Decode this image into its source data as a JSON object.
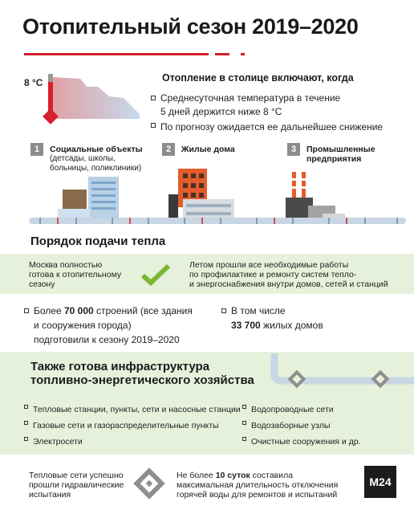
{
  "title": "Отопительный сезон 2019–2020",
  "temperature_label": "8 °С",
  "heating": {
    "heading": "Отопление в столице включают, когда",
    "conditions": [
      "Среднесуточная температура в течение",
      "5 дней держится ниже 8 °С",
      "По прогнозу ожидается ее дальнейшее снижение"
    ]
  },
  "categories": [
    {
      "number": "1",
      "title": "Социальные объекты",
      "subtitle_lines": [
        "(детсады, школы,",
        "больницы, поликлиники)"
      ]
    },
    {
      "number": "2",
      "title": "Жилые дома",
      "subtitle_lines": []
    },
    {
      "number": "3",
      "title_lines": [
        "Промышленные",
        "предприятия"
      ]
    }
  ],
  "supply": {
    "heading": "Порядок подачи тепла",
    "left_lines": [
      "Москва полностью",
      "готова к отопительному",
      "сезону"
    ],
    "right_lines": [
      "Летом прошли все необходимые работы",
      "по профилактике и ремонту систем тепло-",
      "и энергоснабжения внутри домов, сетей и станций"
    ]
  },
  "stats": {
    "left_lines_a": [
      "Более ",
      "70 000",
      " строений (все здания"
    ],
    "left_lines_b": [
      "и сооружения города)",
      "подготовили к сезону 2019–2020"
    ],
    "right_line_a": "В том числе",
    "right_line_b": "33 700",
    "right_line_b_suffix": " жилых домов"
  },
  "infra": {
    "heading_lines": [
      "Также готова инфраструктура",
      "топливно-энергетического хозяйства"
    ],
    "left_items": [
      "Тепловые станции, пункты, сети и насосные станции",
      "Газовые сети и газораспределительные пункты",
      "Электросети"
    ],
    "right_items": [
      "Водопроводные сети",
      "Водозаборные узлы",
      "Очистные сооружения и др."
    ]
  },
  "footer": {
    "left_lines": [
      "Тепловые сети успешно",
      "прошли гидравлические",
      "испытания"
    ],
    "right_prefix": "Не более ",
    "right_bold": "10 суток",
    "right_suffix": " составила",
    "right_lines": [
      "максимальная длительность отключения",
      "горячей воды для ремонтов и испытаний"
    ]
  },
  "logo": "M24",
  "colors": {
    "accent": "#d6202c",
    "green_bg": "#e6f1dc",
    "check": "#7ab733",
    "pipe": "#c7d6e2"
  }
}
